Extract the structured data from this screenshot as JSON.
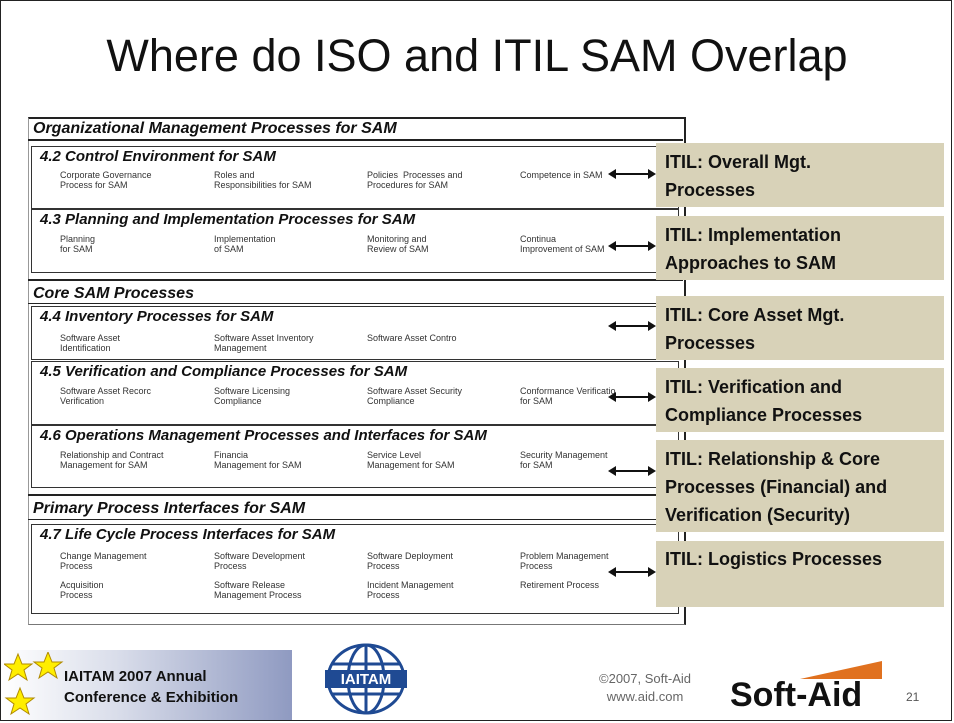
{
  "title": "Where do ISO and ITIL SAM Overlap",
  "groups": [
    {
      "heading": "Organizational Management Processes for SAM"
    },
    {
      "heading": "Core SAM Processes"
    },
    {
      "heading": "Primary Process Interfaces for SAM"
    }
  ],
  "sections": [
    {
      "heading": "4.2 Control Environment for SAM",
      "cells": [
        "Corporate Governance\nProcess for SAM",
        "Roles and\nResponsibilities for SAM",
        "Policies  Processes and\nProcedures for SAM",
        "Competence in SAM"
      ]
    },
    {
      "heading": "4.3 Planning and Implementation Processes for SAM",
      "cells": [
        "Planning\nfor SAM",
        "Implementation\nof SAM",
        "Monitoring and\nReview of SAM",
        "Continua\nImprovement of SAM"
      ]
    },
    {
      "heading": "4.4 Inventory Processes for SAM",
      "cells": [
        "Software Asset\nIdentification",
        "Software Asset Inventory\nManagement",
        "Software Asset Contro",
        ""
      ]
    },
    {
      "heading": "4.5 Verification and Compliance Processes for SAM",
      "cells": [
        "Software Asset Recorc\nVerification",
        "Software Licensing\nCompliance",
        "Software Asset Security\nCompliance",
        "Conformance Verificatio\nfor SAM"
      ]
    },
    {
      "heading": "4.6 Operations Management Processes and Interfaces for SAM",
      "cells": [
        "Relationship and Contract\nManagement for SAM",
        "Financia\nManagement for SAM",
        "Service Level\nManagement for SAM",
        "Security Management\nfor SAM"
      ]
    },
    {
      "heading": "4.7 Life Cycle Process Interfaces for SAM",
      "cells": [
        "Change Management\nProcess",
        "Software Development\nProcess",
        "Software Deployment\nProcess",
        "Problem Management\nProcess",
        "Acquisition\nProcess",
        "Software Release\nManagement Process",
        "Incident Management\nProcess",
        "Retirement Process"
      ]
    }
  ],
  "itil_labels": [
    "ITIL: Overall Mgt.\nProcesses",
    "ITIL: Implementation\nApproaches to SAM",
    "ITIL: Core Asset Mgt.\nProcesses",
    "ITIL: Verification and\nCompliance Processes",
    "ITIL: Relationship & Core\nProcesses (Financial) and\nVerification (Security)",
    "ITIL: Logistics Processes"
  ],
  "footer": {
    "banner_line1": "IAITAM 2007 Annual",
    "banner_line2": "Conference & Exhibition",
    "logo_text": "IAITAM",
    "copyright_line1": "©2007, Soft-Aid",
    "copyright_line2": "www.aid.com",
    "brand": "Soft-Aid",
    "page_number": "21"
  },
  "colors": {
    "label_bg": "#d8d2b8",
    "banner_blue": "#8f9ac1",
    "star_yellow": "#ffee00",
    "logo_blue": "#1f4a93",
    "brand_orange": "#e0711f"
  }
}
